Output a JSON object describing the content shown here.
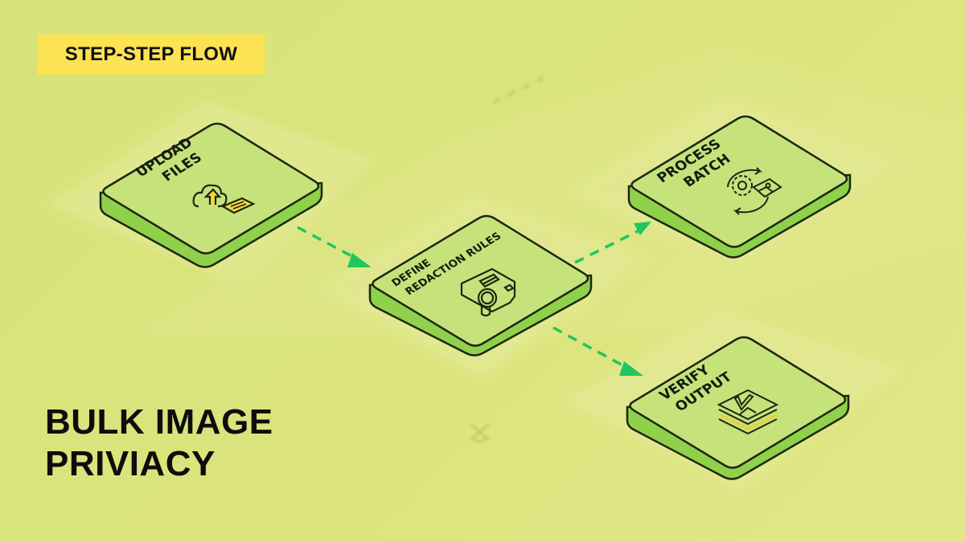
{
  "badge": {
    "label": "STEP-STEP FLOW",
    "color": "#fbe352"
  },
  "title": {
    "line1": "BULK IMAGE",
    "line2": "PRIVIACY"
  },
  "colors": {
    "background": "#d8e37b",
    "tile_top": "#c5e37a",
    "tile_side": "#8fd14a",
    "arrow": "#22c55e",
    "accent_yellow": "#f4d93a"
  },
  "nodes": [
    {
      "id": "upload",
      "line1": "UPLOAD",
      "line2": "FILES",
      "icon": "cloud-upload-icon"
    },
    {
      "id": "define",
      "line1": "DEFINE",
      "line2": "REDACTION RULES",
      "icon": "document-search-icon"
    },
    {
      "id": "process",
      "line1": "PROCESS",
      "line2": "BATCH",
      "icon": "gear-image-cycle-icon"
    },
    {
      "id": "verify",
      "line1": "VERIFY",
      "line2": "OUTPUT",
      "icon": "stacked-images-check-icon"
    }
  ],
  "edges": [
    {
      "from": "upload",
      "to": "define",
      "style": "dashed"
    },
    {
      "from": "define",
      "to": "process",
      "style": "dashed"
    },
    {
      "from": "define",
      "to": "verify",
      "style": "dashed"
    }
  ]
}
